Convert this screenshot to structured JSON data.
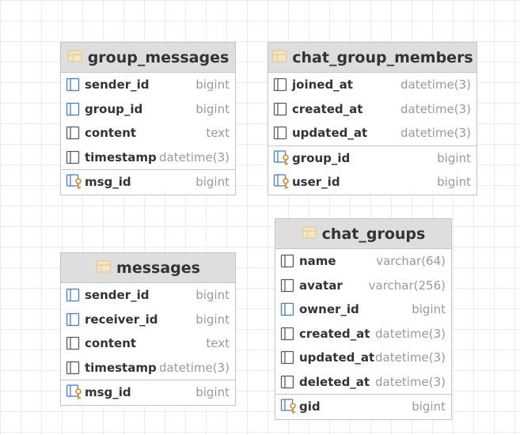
{
  "tables": {
    "group_messages": {
      "name": "group_messages",
      "columns": [
        {
          "name": "sender_id",
          "type": "bigint",
          "icon": "fk-column-icon"
        },
        {
          "name": "group_id",
          "type": "bigint",
          "icon": "fk-column-icon"
        },
        {
          "name": "content",
          "type": "text",
          "icon": "column-icon"
        },
        {
          "name": "timestamp",
          "type": "datetime(3)",
          "icon": "column-icon"
        }
      ],
      "keys": [
        {
          "name": "msg_id",
          "type": "bigint",
          "icon": "primary-key-icon"
        }
      ]
    },
    "chat_group_members": {
      "name": "chat_group_members",
      "columns": [
        {
          "name": "joined_at",
          "type": "datetime(3)",
          "icon": "column-icon"
        },
        {
          "name": "created_at",
          "type": "datetime(3)",
          "icon": "column-icon"
        },
        {
          "name": "updated_at",
          "type": "datetime(3)",
          "icon": "column-icon"
        }
      ],
      "keys": [
        {
          "name": "group_id",
          "type": "bigint",
          "icon": "primary-key-icon"
        },
        {
          "name": "user_id",
          "type": "bigint",
          "icon": "primary-key-icon"
        }
      ]
    },
    "messages": {
      "name": "messages",
      "columns": [
        {
          "name": "sender_id",
          "type": "bigint",
          "icon": "fk-column-icon"
        },
        {
          "name": "receiver_id",
          "type": "bigint",
          "icon": "fk-column-icon"
        },
        {
          "name": "content",
          "type": "text",
          "icon": "column-icon"
        },
        {
          "name": "timestamp",
          "type": "datetime(3)",
          "icon": "column-icon"
        }
      ],
      "keys": [
        {
          "name": "msg_id",
          "type": "bigint",
          "icon": "primary-key-icon"
        }
      ]
    },
    "chat_groups": {
      "name": "chat_groups",
      "columns": [
        {
          "name": "name",
          "type": "varchar(64)",
          "icon": "column-icon"
        },
        {
          "name": "avatar",
          "type": "varchar(256)",
          "icon": "column-icon"
        },
        {
          "name": "owner_id",
          "type": "bigint",
          "icon": "fk-column-icon"
        },
        {
          "name": "created_at",
          "type": "datetime(3)",
          "icon": "column-icon"
        },
        {
          "name": "updated_at",
          "type": "datetime(3)",
          "icon": "column-icon"
        },
        {
          "name": "deleted_at",
          "type": "datetime(3)",
          "icon": "column-icon"
        }
      ],
      "keys": [
        {
          "name": "gid",
          "type": "bigint",
          "icon": "primary-key-icon"
        }
      ]
    }
  },
  "colors": {
    "header_bg": "#dedede",
    "border": "#c6c6c6",
    "column_icon_blue": "#3d7be0",
    "key_icon_orange": "#e08a1e",
    "type_text": "#9a9a9a"
  }
}
